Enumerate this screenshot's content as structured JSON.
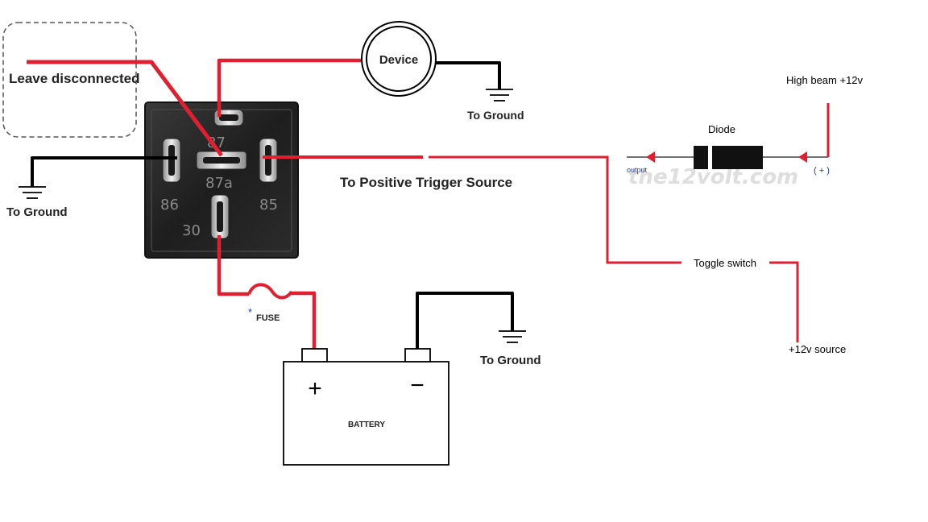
{
  "labels": {
    "leave_disconnected": "Leave disconnected",
    "device": "Device",
    "to_ground_device": "To Ground",
    "to_ground_relay": "To Ground",
    "to_ground_battery": "To Ground",
    "trigger": "To Positive Trigger Source",
    "fuse": "FUSE",
    "fuse_marker": "*",
    "battery": "BATTERY",
    "battery_plus": "+",
    "battery_minus": "−",
    "diode": "Diode",
    "high_beam": "High beam +12v",
    "toggle_switch": "Toggle switch",
    "source_12v": "+12v source",
    "diode_output": "output",
    "diode_plus": "( + )",
    "watermark": "the12volt.com"
  },
  "relay": {
    "pins": {
      "p87": "87",
      "p87a": "87a",
      "p86": "86",
      "p85": "85",
      "p30": "30"
    }
  },
  "colors": {
    "wire_red": "#e02030",
    "wire_black": "#000000",
    "relay_body": "#262626",
    "label_blue": "#1f3fb3"
  }
}
